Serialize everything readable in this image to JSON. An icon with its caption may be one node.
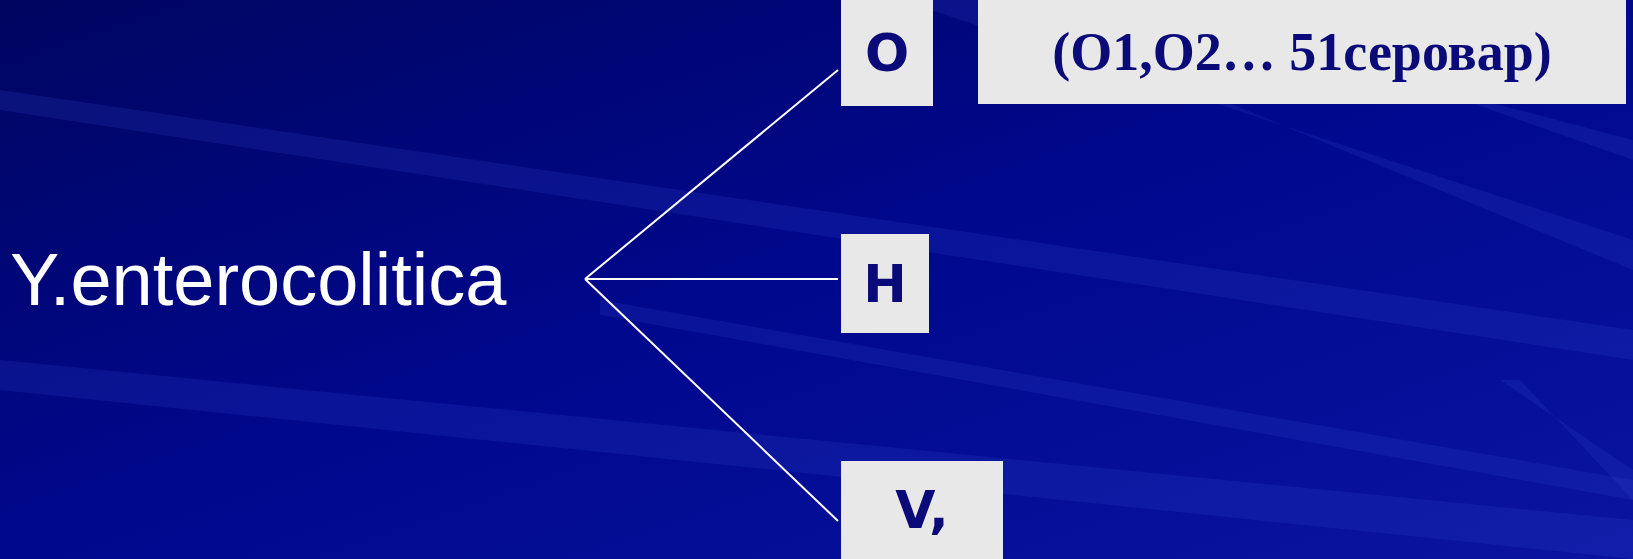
{
  "diagram": {
    "nodes": [
      {
        "text": [
          "Y.enterocolitica"
        ]
      },
      {
        "text": [
          "O"
        ]
      },
      {
        "text": [
          "(O1,O2… 51серовар)"
        ]
      },
      {
        "text": [
          "H"
        ]
      },
      {
        "text": [
          "V,"
        ]
      }
    ],
    "edges": [
      {
        "from": 0,
        "to": 1,
        "arrow": "none"
      },
      {
        "from": 0,
        "to": 3,
        "arrow": "none"
      },
      {
        "from": 0,
        "to": 4,
        "arrow": "none"
      }
    ]
  }
}
